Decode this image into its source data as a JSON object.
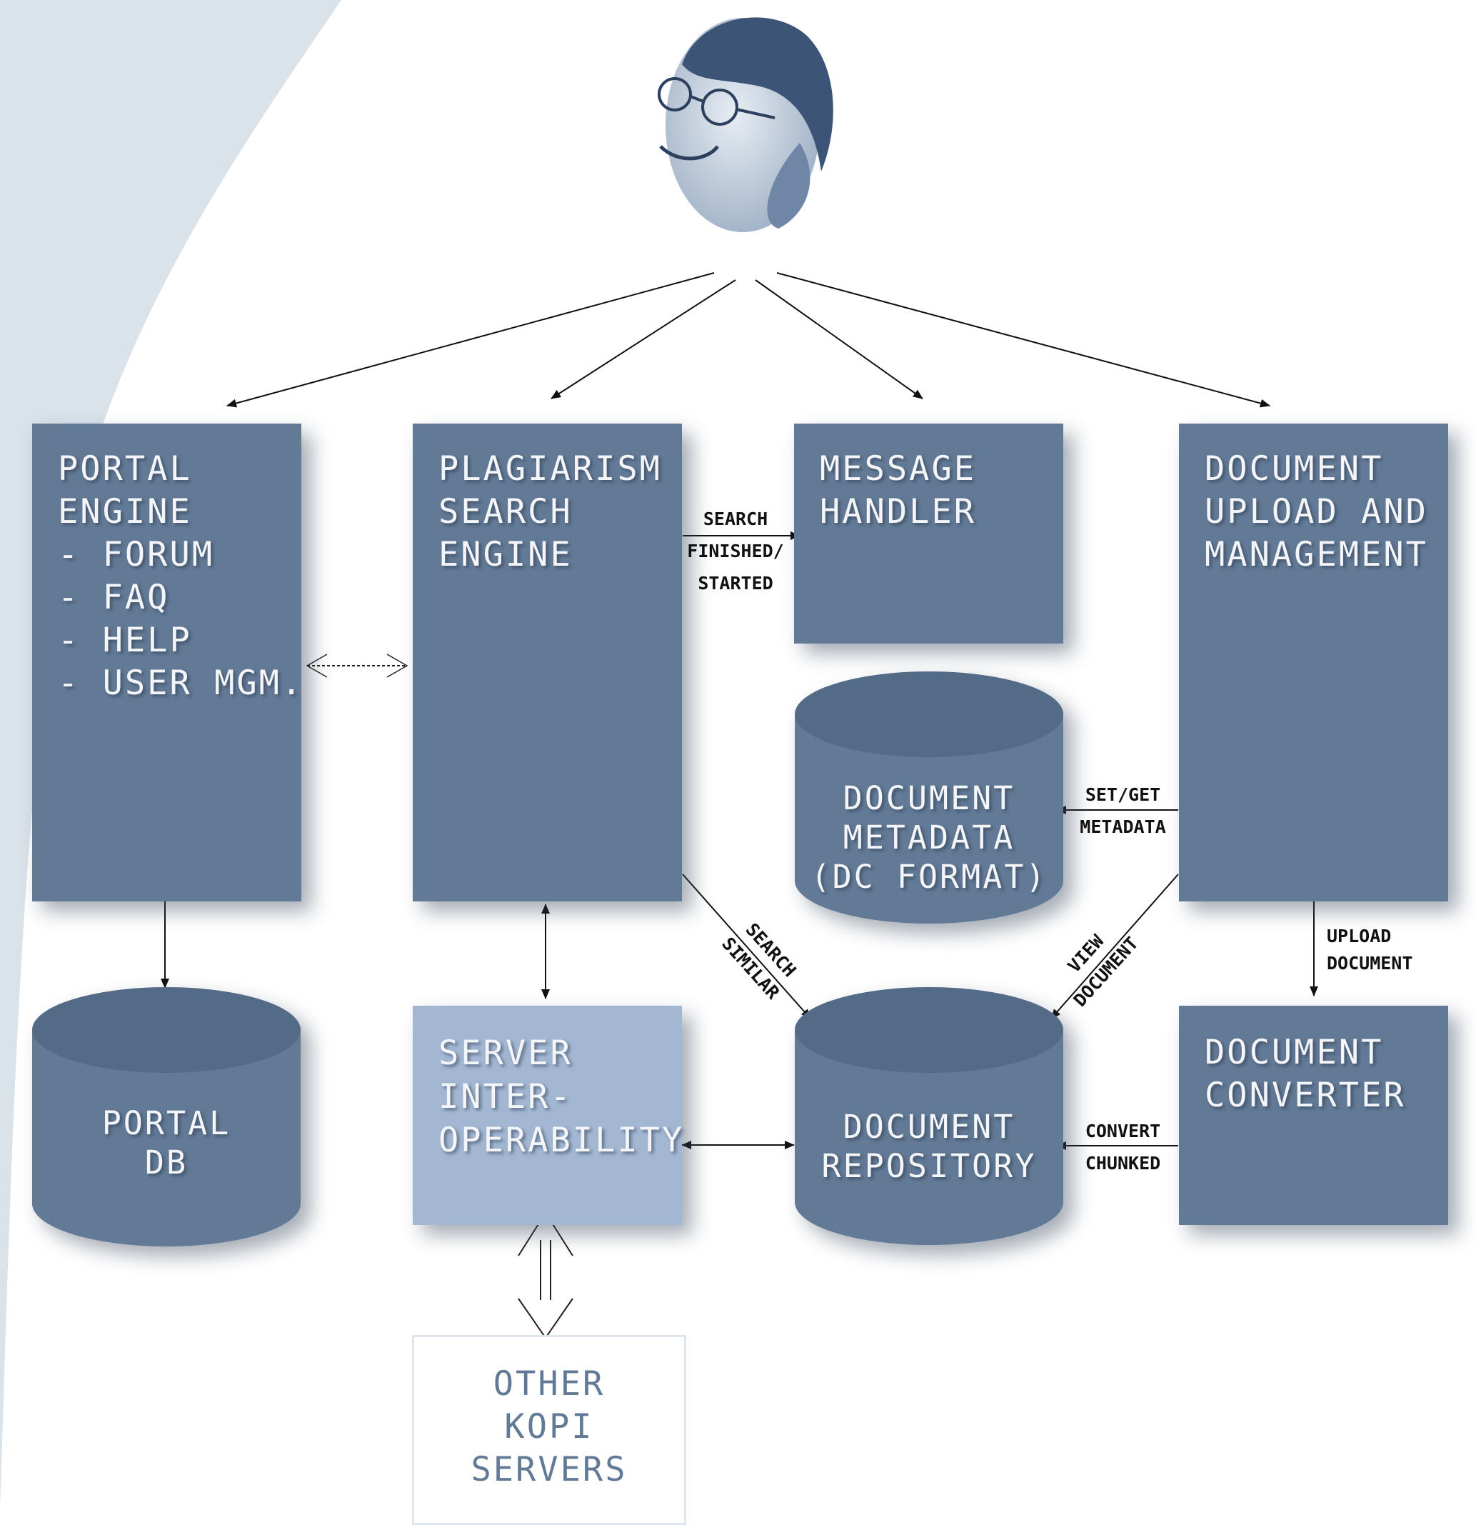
{
  "colors": {
    "box": "#637a96",
    "box_light": "#a3b7d3",
    "outline": "#dfe5ec",
    "background_curve": "#dae2ea",
    "arrow": "#111111"
  },
  "user_avatar": {
    "icon": "person-portrait-icon"
  },
  "nodes": {
    "portal_engine": {
      "title": "PORTAL\nENGINE",
      "items": "\n- FORUM\n- FAQ\n- HELP\n- USER MGM."
    },
    "plagiarism_search_engine": {
      "title": "PLAGIARISM\nSEARCH\nENGINE"
    },
    "message_handler": {
      "title": "MESSAGE\nHANDLER"
    },
    "document_upload": {
      "title": "DOCUMENT\nUPLOAD AND\nMANAGEMENT"
    },
    "document_metadata": {
      "title": "DOCUMENT\nMETADATA\n(DC FORMAT)"
    },
    "portal_db": {
      "title": "PORTAL\nDB"
    },
    "server_interop": {
      "title": "SERVER\nINTER-\nOPERABILITY"
    },
    "document_repository": {
      "title": "DOCUMENT\nREPOSITORY"
    },
    "document_converter": {
      "title": "DOCUMENT\nCONVERTER"
    },
    "other_servers": {
      "title": "OTHER\nKOPI\nSERVERS"
    }
  },
  "edges": {
    "search_status": "SEARCH\nFINISHED/\nSTARTED",
    "set_get_metadata": "SET/GET\nMETADATA",
    "search_similar": "SEARCH\nSIMILAR",
    "view_document": "VIEW\nDOCUMENT",
    "upload_document": "UPLOAD\nDOCUMENT",
    "convert_chunked": "CONVERT\nCHUNKED"
  }
}
